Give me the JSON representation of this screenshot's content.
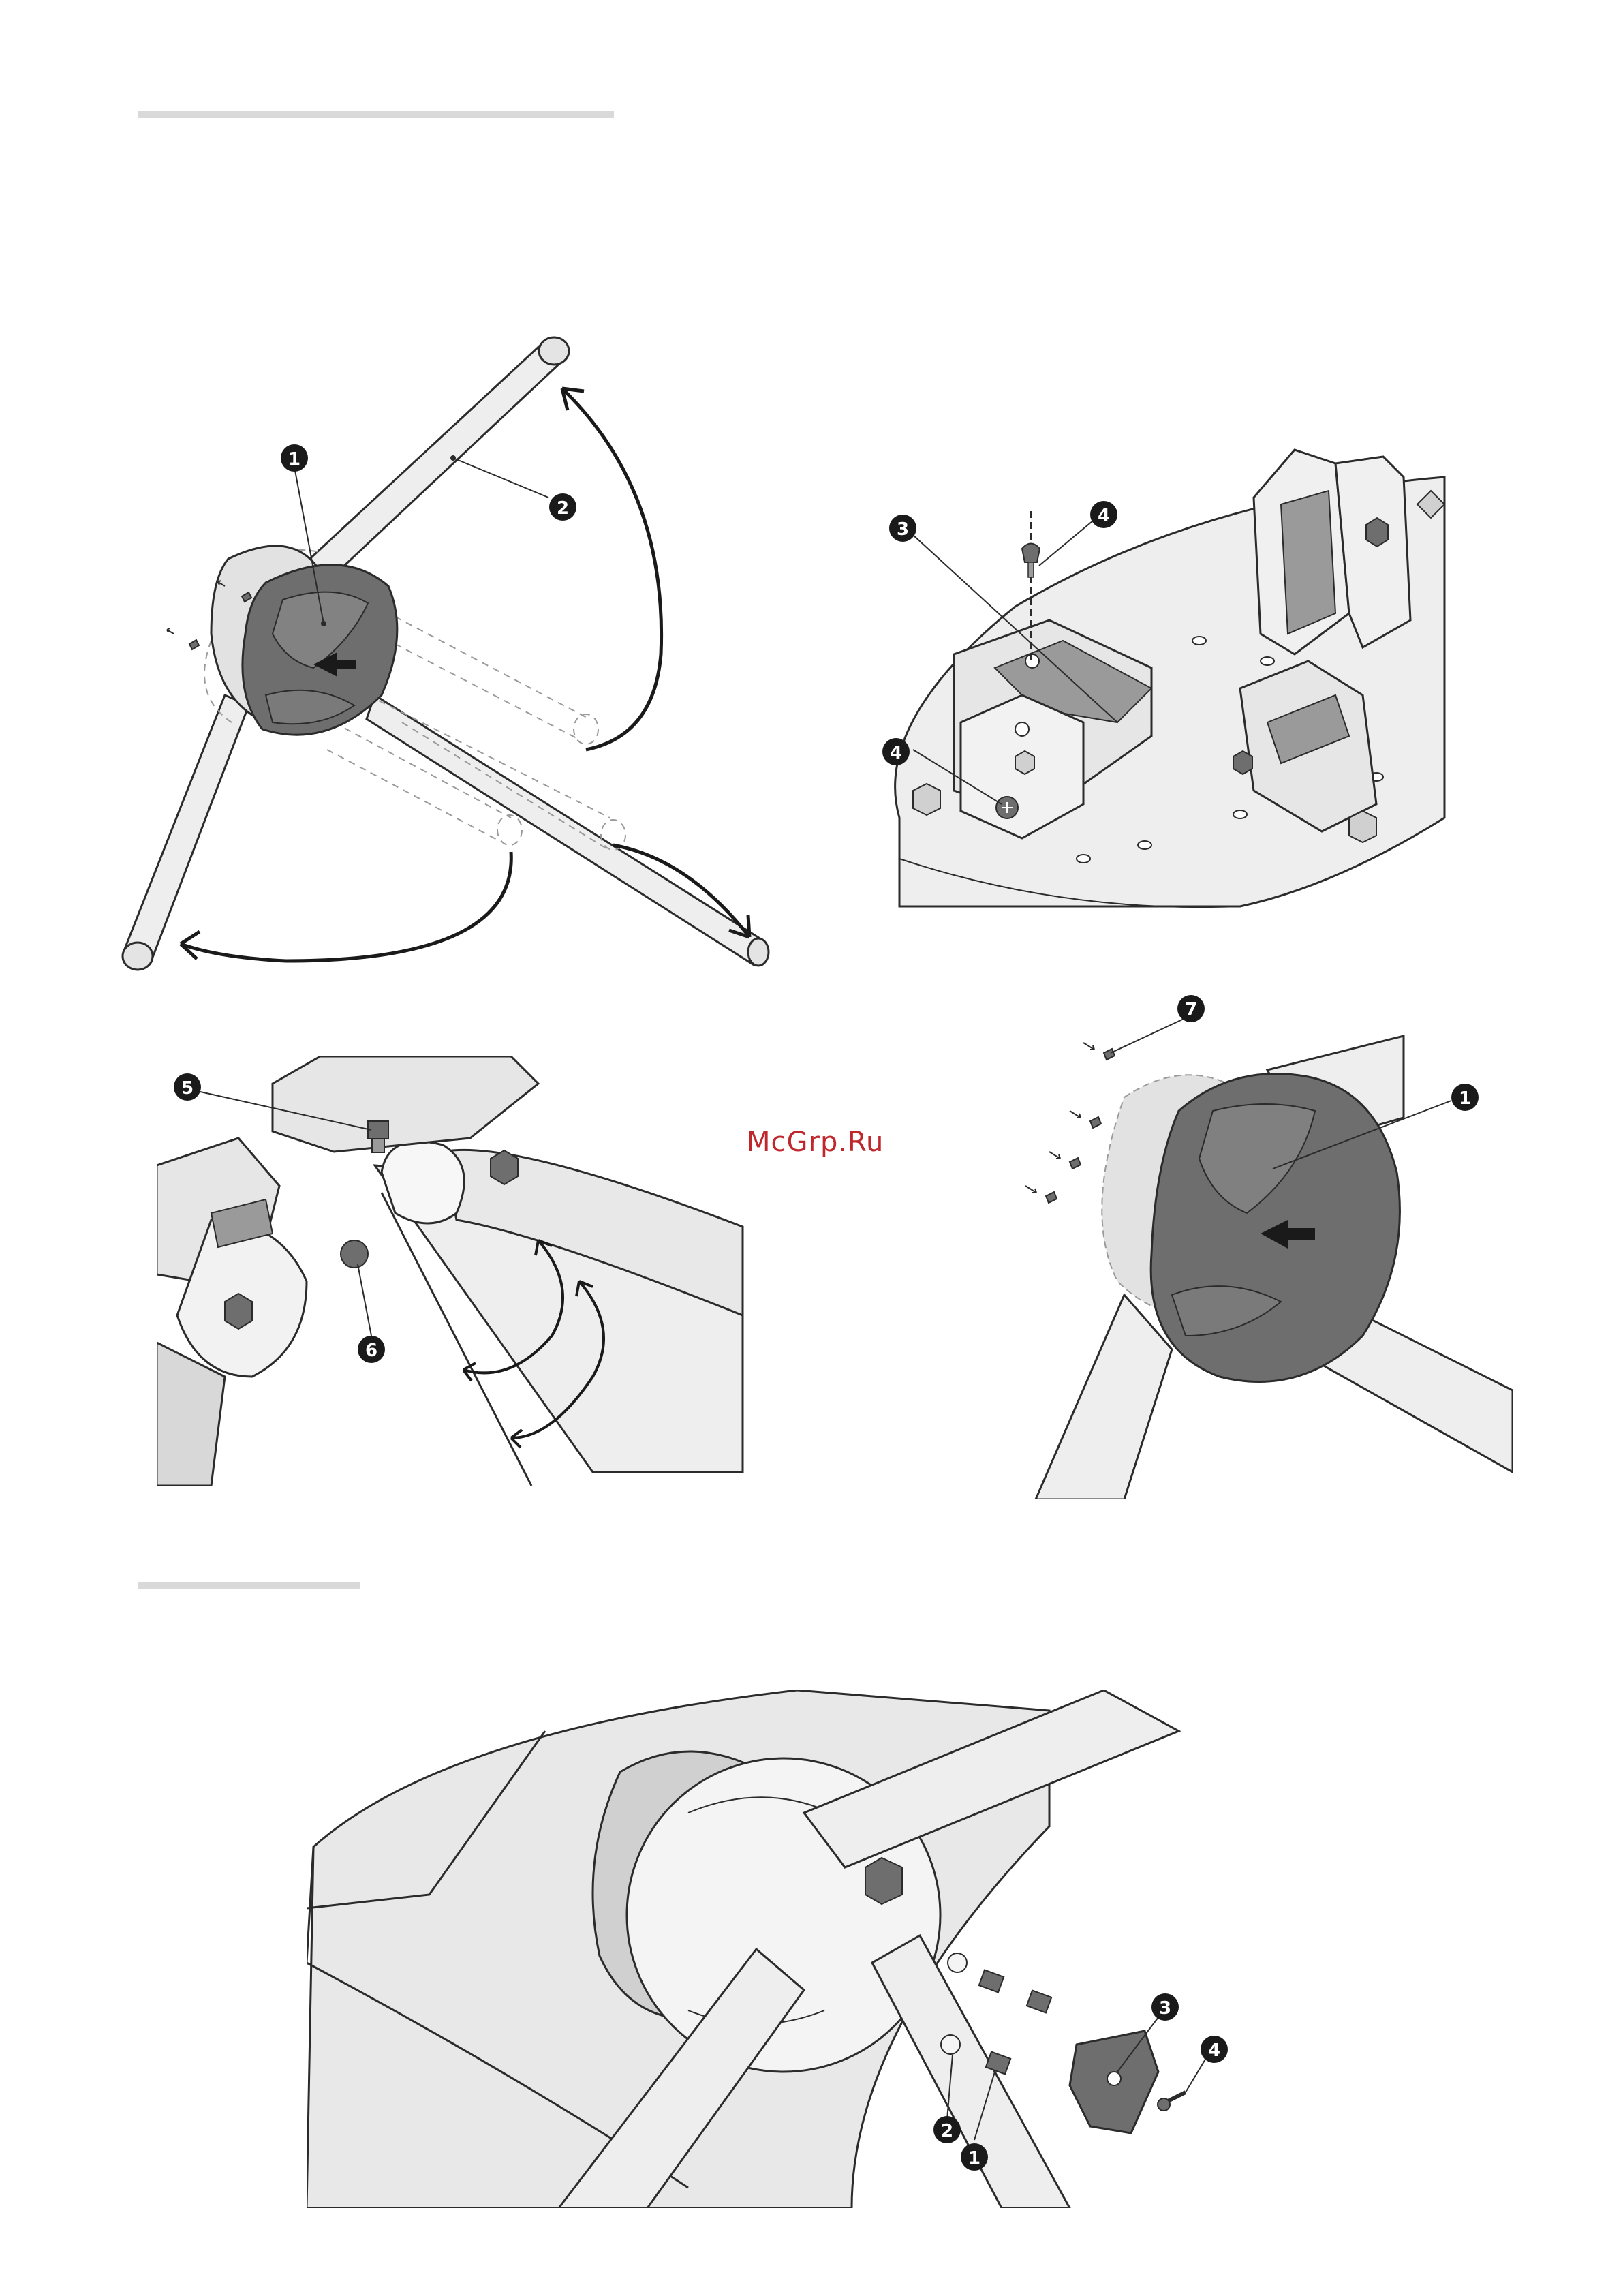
{
  "watermark": "McGrp.Ru",
  "colors": {
    "line": "#2b2b2b",
    "pale_fill": "#eeeeee",
    "mid_fill": "#d0d0d0",
    "dark_fill": "#6e6e6e",
    "badge": "#1a1a1a",
    "rule": "#d9d9d9",
    "watermark": "#c0272d"
  },
  "figures": {
    "fig1": {
      "labels": [
        "1",
        "2"
      ]
    },
    "fig2": {
      "labels": [
        "3",
        "4",
        "4"
      ]
    },
    "fig3": {
      "labels": [
        "5",
        "6"
      ]
    },
    "fig4": {
      "labels": [
        "7",
        "1"
      ]
    },
    "fig5": {
      "labels": [
        "3",
        "4",
        "2",
        "1"
      ]
    }
  }
}
